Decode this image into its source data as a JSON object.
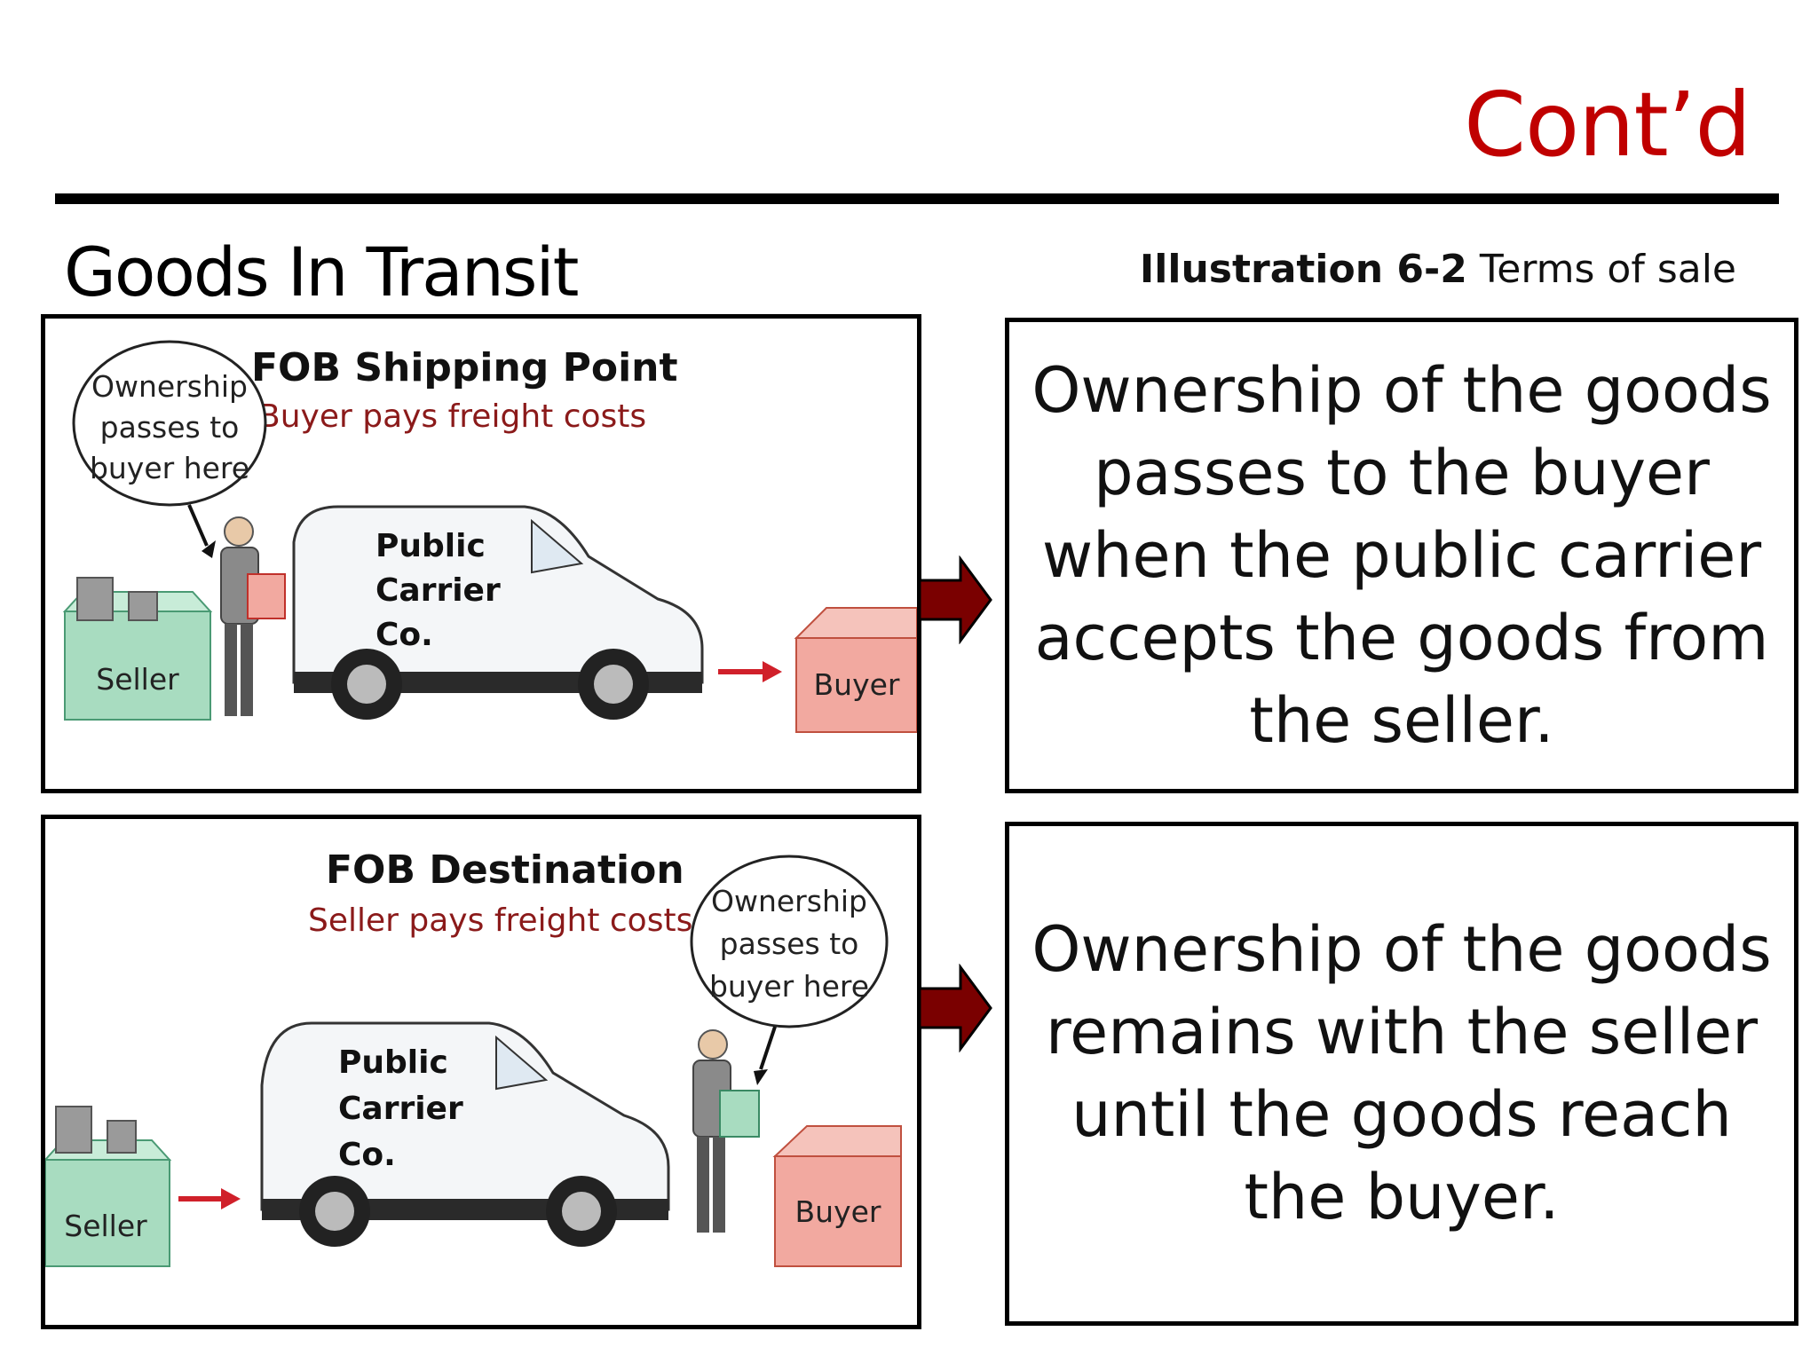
{
  "header": {
    "continued": "Cont’d",
    "section_title": "Goods In Transit",
    "illustration_label": "Illustration 6-2",
    "illustration_caption": "Terms of sale"
  },
  "panels": [
    {
      "heading": "FOB Shipping Point",
      "subheading": "Buyer pays freight costs",
      "bubble": [
        "Ownership",
        "passes to",
        "buyer here"
      ],
      "van_lines": [
        "Public",
        "Carrier",
        "Co."
      ],
      "seller": "Seller",
      "buyer": "Buyer",
      "description": "Ownership of the goods passes to the buyer when the public carrier accepts the goods from the seller."
    },
    {
      "heading": "FOB Destination",
      "subheading": "Seller pays freight costs",
      "bubble": [
        "Ownership",
        "passes to",
        "buyer here"
      ],
      "van_lines": [
        "Public",
        "Carrier",
        "Co."
      ],
      "seller": "Seller",
      "buyer": "Buyer",
      "description": "Ownership of the goods remains with the seller until the goods reach the buyer."
    }
  ],
  "colors": {
    "accent": "#c00000",
    "subheading": "#8b1a1a",
    "arrow": "#7a0000",
    "seller_box": "#a8dcc0",
    "buyer_box": "#f2a9a0"
  }
}
